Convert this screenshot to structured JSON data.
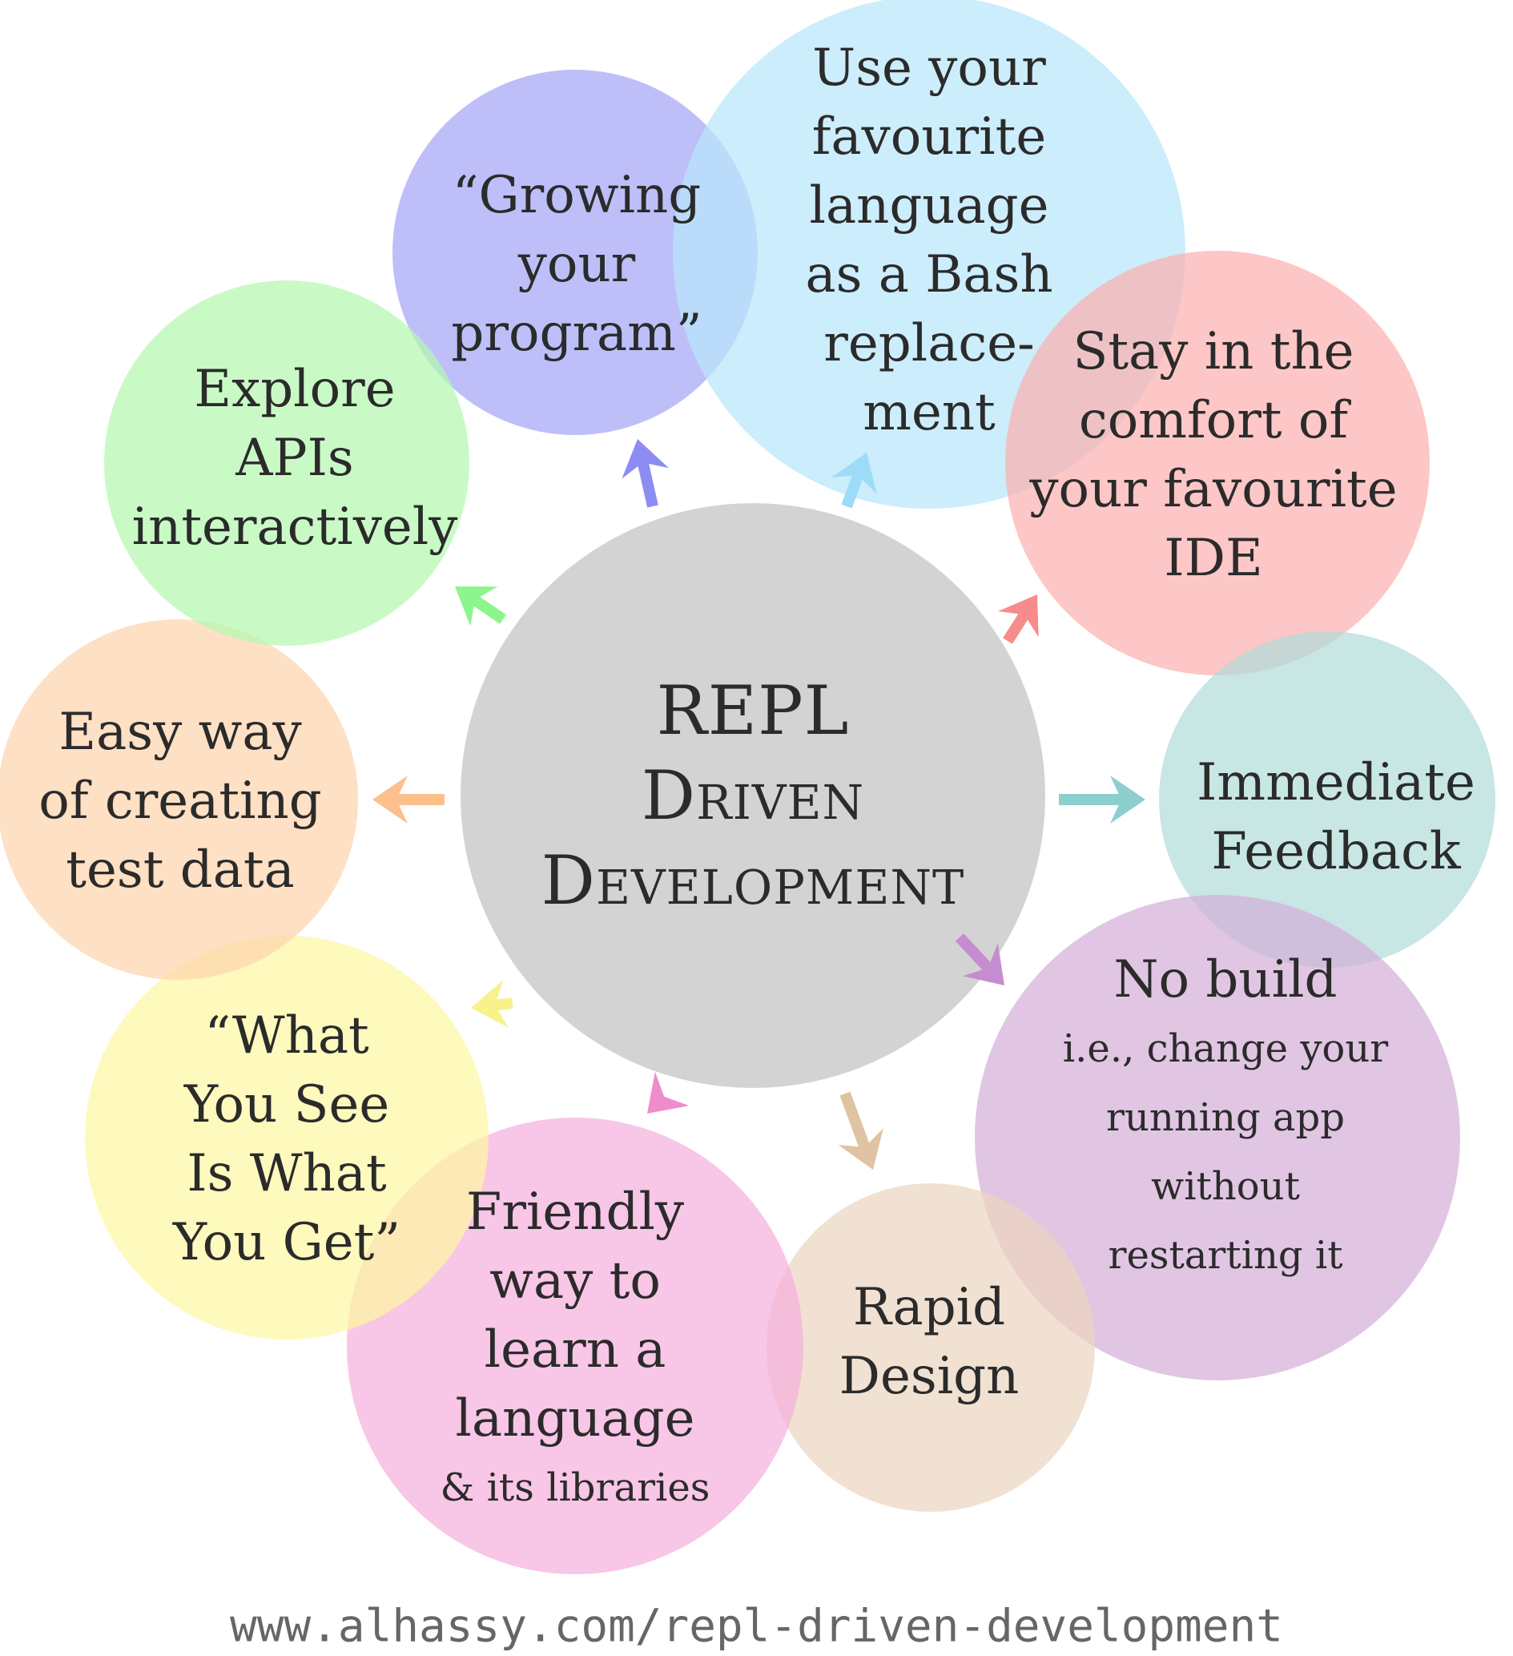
{
  "center": {
    "lines": [
      "REPL",
      "Driven",
      "Development"
    ],
    "color": "#d3d3d3"
  },
  "nodes": [
    {
      "id": "growing",
      "color": "#a5a6f6",
      "arrow_color": "#8c8cf2",
      "lines": [
        "“Growing",
        "your",
        "program”"
      ]
    },
    {
      "id": "bash",
      "color": "#b8e6fa",
      "arrow_color": "#9cdcf8",
      "lines": [
        "Use your",
        "favourite",
        "language",
        "as a Bash",
        "replace-",
        "ment"
      ]
    },
    {
      "id": "ide",
      "color": "#fbb2b0",
      "arrow_color": "#f78c8c",
      "lines": [
        "Stay in the",
        "comfort of",
        "your favourite",
        "IDE"
      ]
    },
    {
      "id": "feedback",
      "color": "#b2dcd9",
      "arrow_color": "#8ccfcc",
      "lines": [
        "Immediate",
        "Feedback"
      ]
    },
    {
      "id": "nobuild",
      "color": "#d4b0d8",
      "arrow_color": "#c58ccf",
      "title": "No build",
      "lines": [
        "i.e., change your",
        "running app",
        "without",
        "restarting it"
      ]
    },
    {
      "id": "rapid",
      "color": "#ecd6c0",
      "arrow_color": "#e0c3a3",
      "lines": [
        "Rapid",
        "Design"
      ]
    },
    {
      "id": "friendly",
      "color": "#f5b0dc",
      "arrow_color": "#f08ccb",
      "lines": [
        "Friendly",
        "way to",
        "learn a",
        "language",
        "& its libraries"
      ]
    },
    {
      "id": "wysiwyg",
      "color": "#fdf7a4",
      "arrow_color": "#f7f28c",
      "lines": [
        "“What",
        "You See",
        "Is What",
        "You Get”"
      ]
    },
    {
      "id": "testdata",
      "color": "#fdd4ad",
      "arrow_color": "#fdc08c",
      "lines": [
        "Easy way",
        "of creating",
        "test data"
      ]
    },
    {
      "id": "apis",
      "color": "#b4f8b0",
      "arrow_color": "#8cf58c",
      "lines": [
        "Explore",
        "APIs",
        "interactively"
      ]
    }
  ],
  "footer": {
    "url": "www.alhassy.com/repl-driven-development"
  }
}
